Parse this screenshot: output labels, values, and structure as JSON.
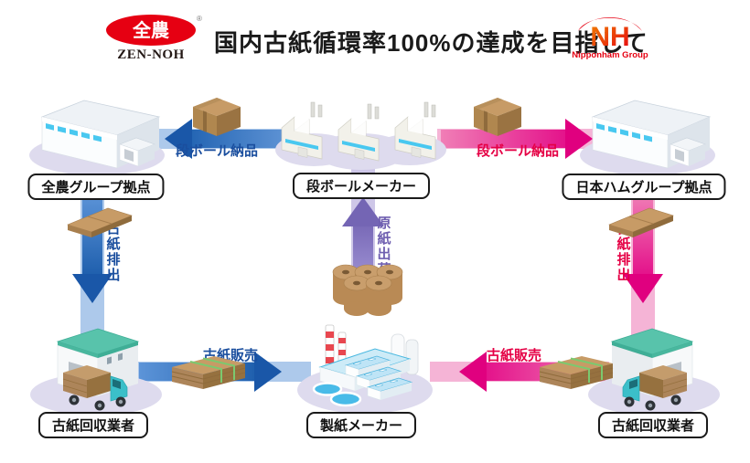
{
  "header": {
    "zennoh": {
      "symbol": "全農",
      "registered_mark": "®",
      "wordmark": "ZEN-NOH"
    },
    "title": "国内古紙循環率100%の達成を目指して",
    "nipponham": {
      "symbol": "NH",
      "wordmark": "Nipponham Group"
    }
  },
  "nodes": {
    "zennoh_base": {
      "label": "全農グループ拠点"
    },
    "cardboard_maker": {
      "label": "段ボールメーカー"
    },
    "nipponham_base": {
      "label": "日本ハムグループ拠点"
    },
    "recycler_left": {
      "label": "古紙回収業者"
    },
    "paper_maker": {
      "label": "製紙メーカー"
    },
    "recycler_right": {
      "label": "古紙回収業者"
    }
  },
  "flows": {
    "cardboard_delivery_left": {
      "label": "段ボール納品"
    },
    "cardboard_delivery_right": {
      "label": "段ボール納品"
    },
    "waste_paper_discharge_left": {
      "label": "古紙排出"
    },
    "waste_paper_discharge_right": {
      "label": "古紙排出"
    },
    "waste_paper_sale_left": {
      "label": "古紙販売"
    },
    "waste_paper_sale_right": {
      "label": "古紙販売"
    },
    "base_paper_shipment": {
      "label": "原紙出荷"
    }
  },
  "colors": {
    "zennoh_flow": "#1E5FB0",
    "zennoh_flow_text": "#1A4E9E",
    "nipponham_flow": "#E4138B",
    "nipponham_flow_text": "#E50045",
    "shipment_flow": "#8478C0",
    "shipment_flow_text": "#6F5FB0",
    "logo_red": "#E60012",
    "node_shadow": "#DEDBEE"
  }
}
